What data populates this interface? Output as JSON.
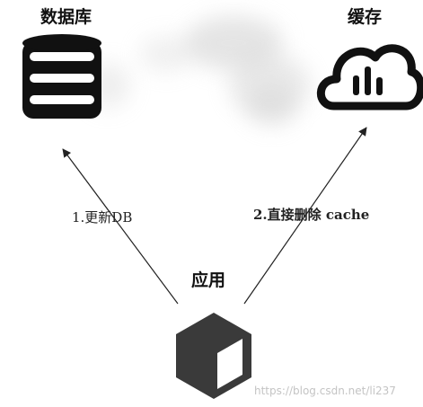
{
  "nodes": {
    "database": {
      "label": "数据库"
    },
    "cache": {
      "label": "缓存"
    },
    "application": {
      "label": "应用"
    }
  },
  "edges": [
    {
      "from": "application",
      "to": "database",
      "label": "1.更新DB"
    },
    {
      "from": "application",
      "to": "cache",
      "label": "2.直接删除 cache"
    }
  ],
  "watermark": "https://blog.csdn.net/li237",
  "colors": {
    "icon": "#111111",
    "app_icon": "#3a3a3a",
    "smoke": "#cfcfcf"
  }
}
